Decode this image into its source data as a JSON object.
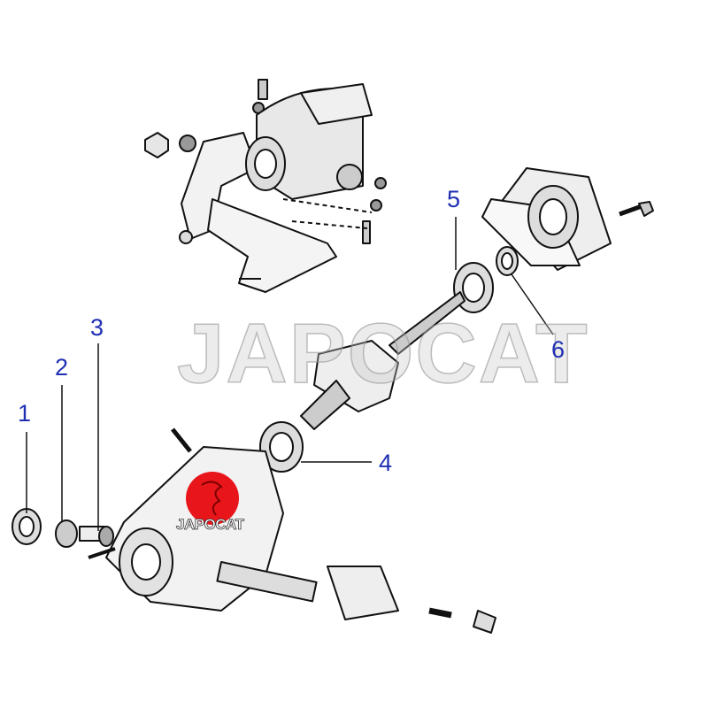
{
  "diagram": {
    "watermark": "JAPOCAT",
    "logo_text": "JAPOCAT",
    "callouts": [
      "1",
      "2",
      "3",
      "4",
      "5",
      "6"
    ],
    "colors": {
      "callout": "#1f2fb3",
      "logo": "#e8161b",
      "line": "#111111",
      "shade": "#d9d9d9"
    }
  }
}
